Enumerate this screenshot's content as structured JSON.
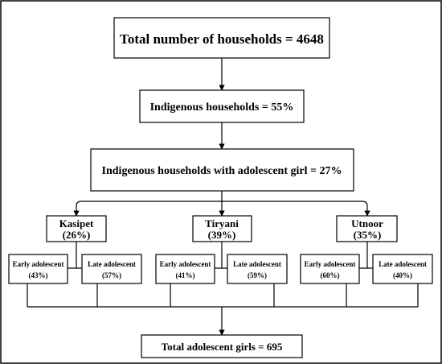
{
  "diagram": {
    "total": "Total number of households = 4648",
    "indigenous": "Indigenous households = 55%",
    "with_girl": "Indigenous households with adolescent girl = 27%",
    "regions": [
      {
        "name": "Kasipet",
        "pct": "(26%)",
        "early": {
          "label": "Early adolescent",
          "pct": "(43%)"
        },
        "late": {
          "label": "Late adolescent",
          "pct": "(57%)"
        }
      },
      {
        "name": "Tiryani",
        "pct": "(39%)",
        "early": {
          "label": "Early adolescent",
          "pct": "(41%)"
        },
        "late": {
          "label": "Late adolescent",
          "pct": "(59%)"
        }
      },
      {
        "name": "Utnoor",
        "pct": "(35%)",
        "early": {
          "label": "Early adolescent",
          "pct": "(60%)"
        },
        "late": {
          "label": "Late adolescent",
          "pct": "(40%)"
        }
      }
    ],
    "final": "Total adolescent girls = 695"
  },
  "colors": {
    "stroke": "#000000",
    "background": "#ffffff"
  }
}
